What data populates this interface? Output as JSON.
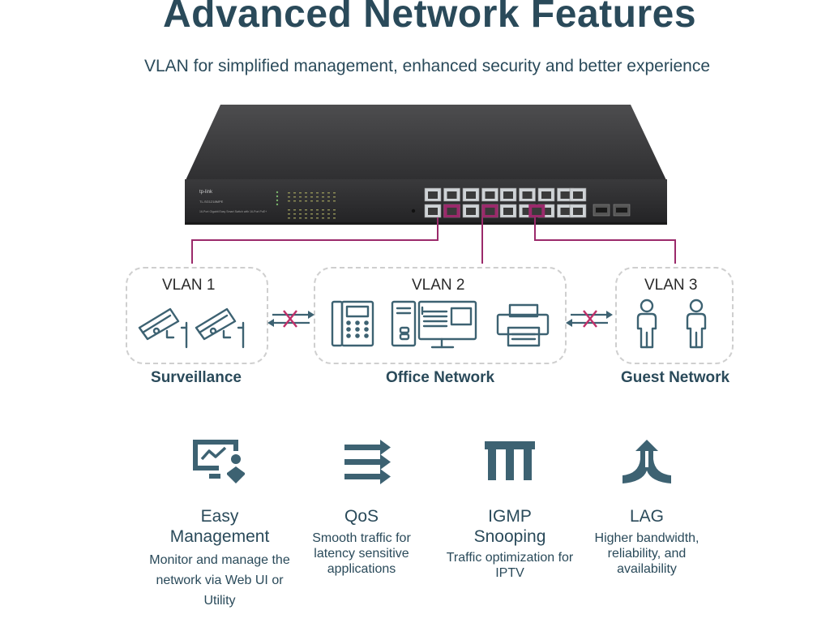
{
  "title": "Advanced Network Features",
  "subtitle": "VLAN for simplified management, enhanced security and better experience",
  "switch": {
    "brand": "tp-link",
    "model": "TL-SG1218MPE",
    "description": "16-Port Gigabit Easy Smart Switch with 16-Port PoE+"
  },
  "vlans": [
    {
      "name": "VLAN 1",
      "label": "Surveillance"
    },
    {
      "name": "VLAN 2",
      "label": "Office Network"
    },
    {
      "name": "VLAN 3",
      "label": "Guest Network"
    }
  ],
  "features": [
    {
      "title": "Easy Management",
      "desc": "Monitor and manage the network via Web UI or Utility",
      "icon": "management-icon"
    },
    {
      "title": "QoS",
      "desc": "Smooth traffic for latency sensitive applications",
      "icon": "qos-icon"
    },
    {
      "title": "IGMP Snooping",
      "desc": "Traffic optimization for IPTV",
      "icon": "igmp-icon"
    },
    {
      "title": "LAG",
      "desc": "Higher bandwidth, reliability, and availability",
      "icon": "lag-icon"
    }
  ],
  "colors": {
    "text": "#2a4a5a",
    "link": "#9b2a6b",
    "blocked": "#c0306a",
    "icon": "#3d6272"
  }
}
